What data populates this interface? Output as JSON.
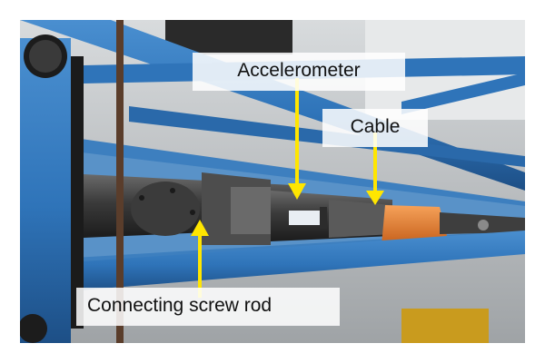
{
  "annotations": {
    "accelerometer": "Accelerometer",
    "cable": "Cable",
    "screw_rod": "Connecting screw rod"
  },
  "colors": {
    "frame_blue": "#2f74b9",
    "frame_blue_dark": "#1d4f86",
    "arrow_yellow": "#ffe600",
    "rod_dark": "#2b2b2b",
    "rod_mid": "#4a4a4a",
    "cable_orange": "#e0792a",
    "floor_gray": "#b9bcbf"
  },
  "icons": {
    "arrow": "down-arrow-icon"
  }
}
